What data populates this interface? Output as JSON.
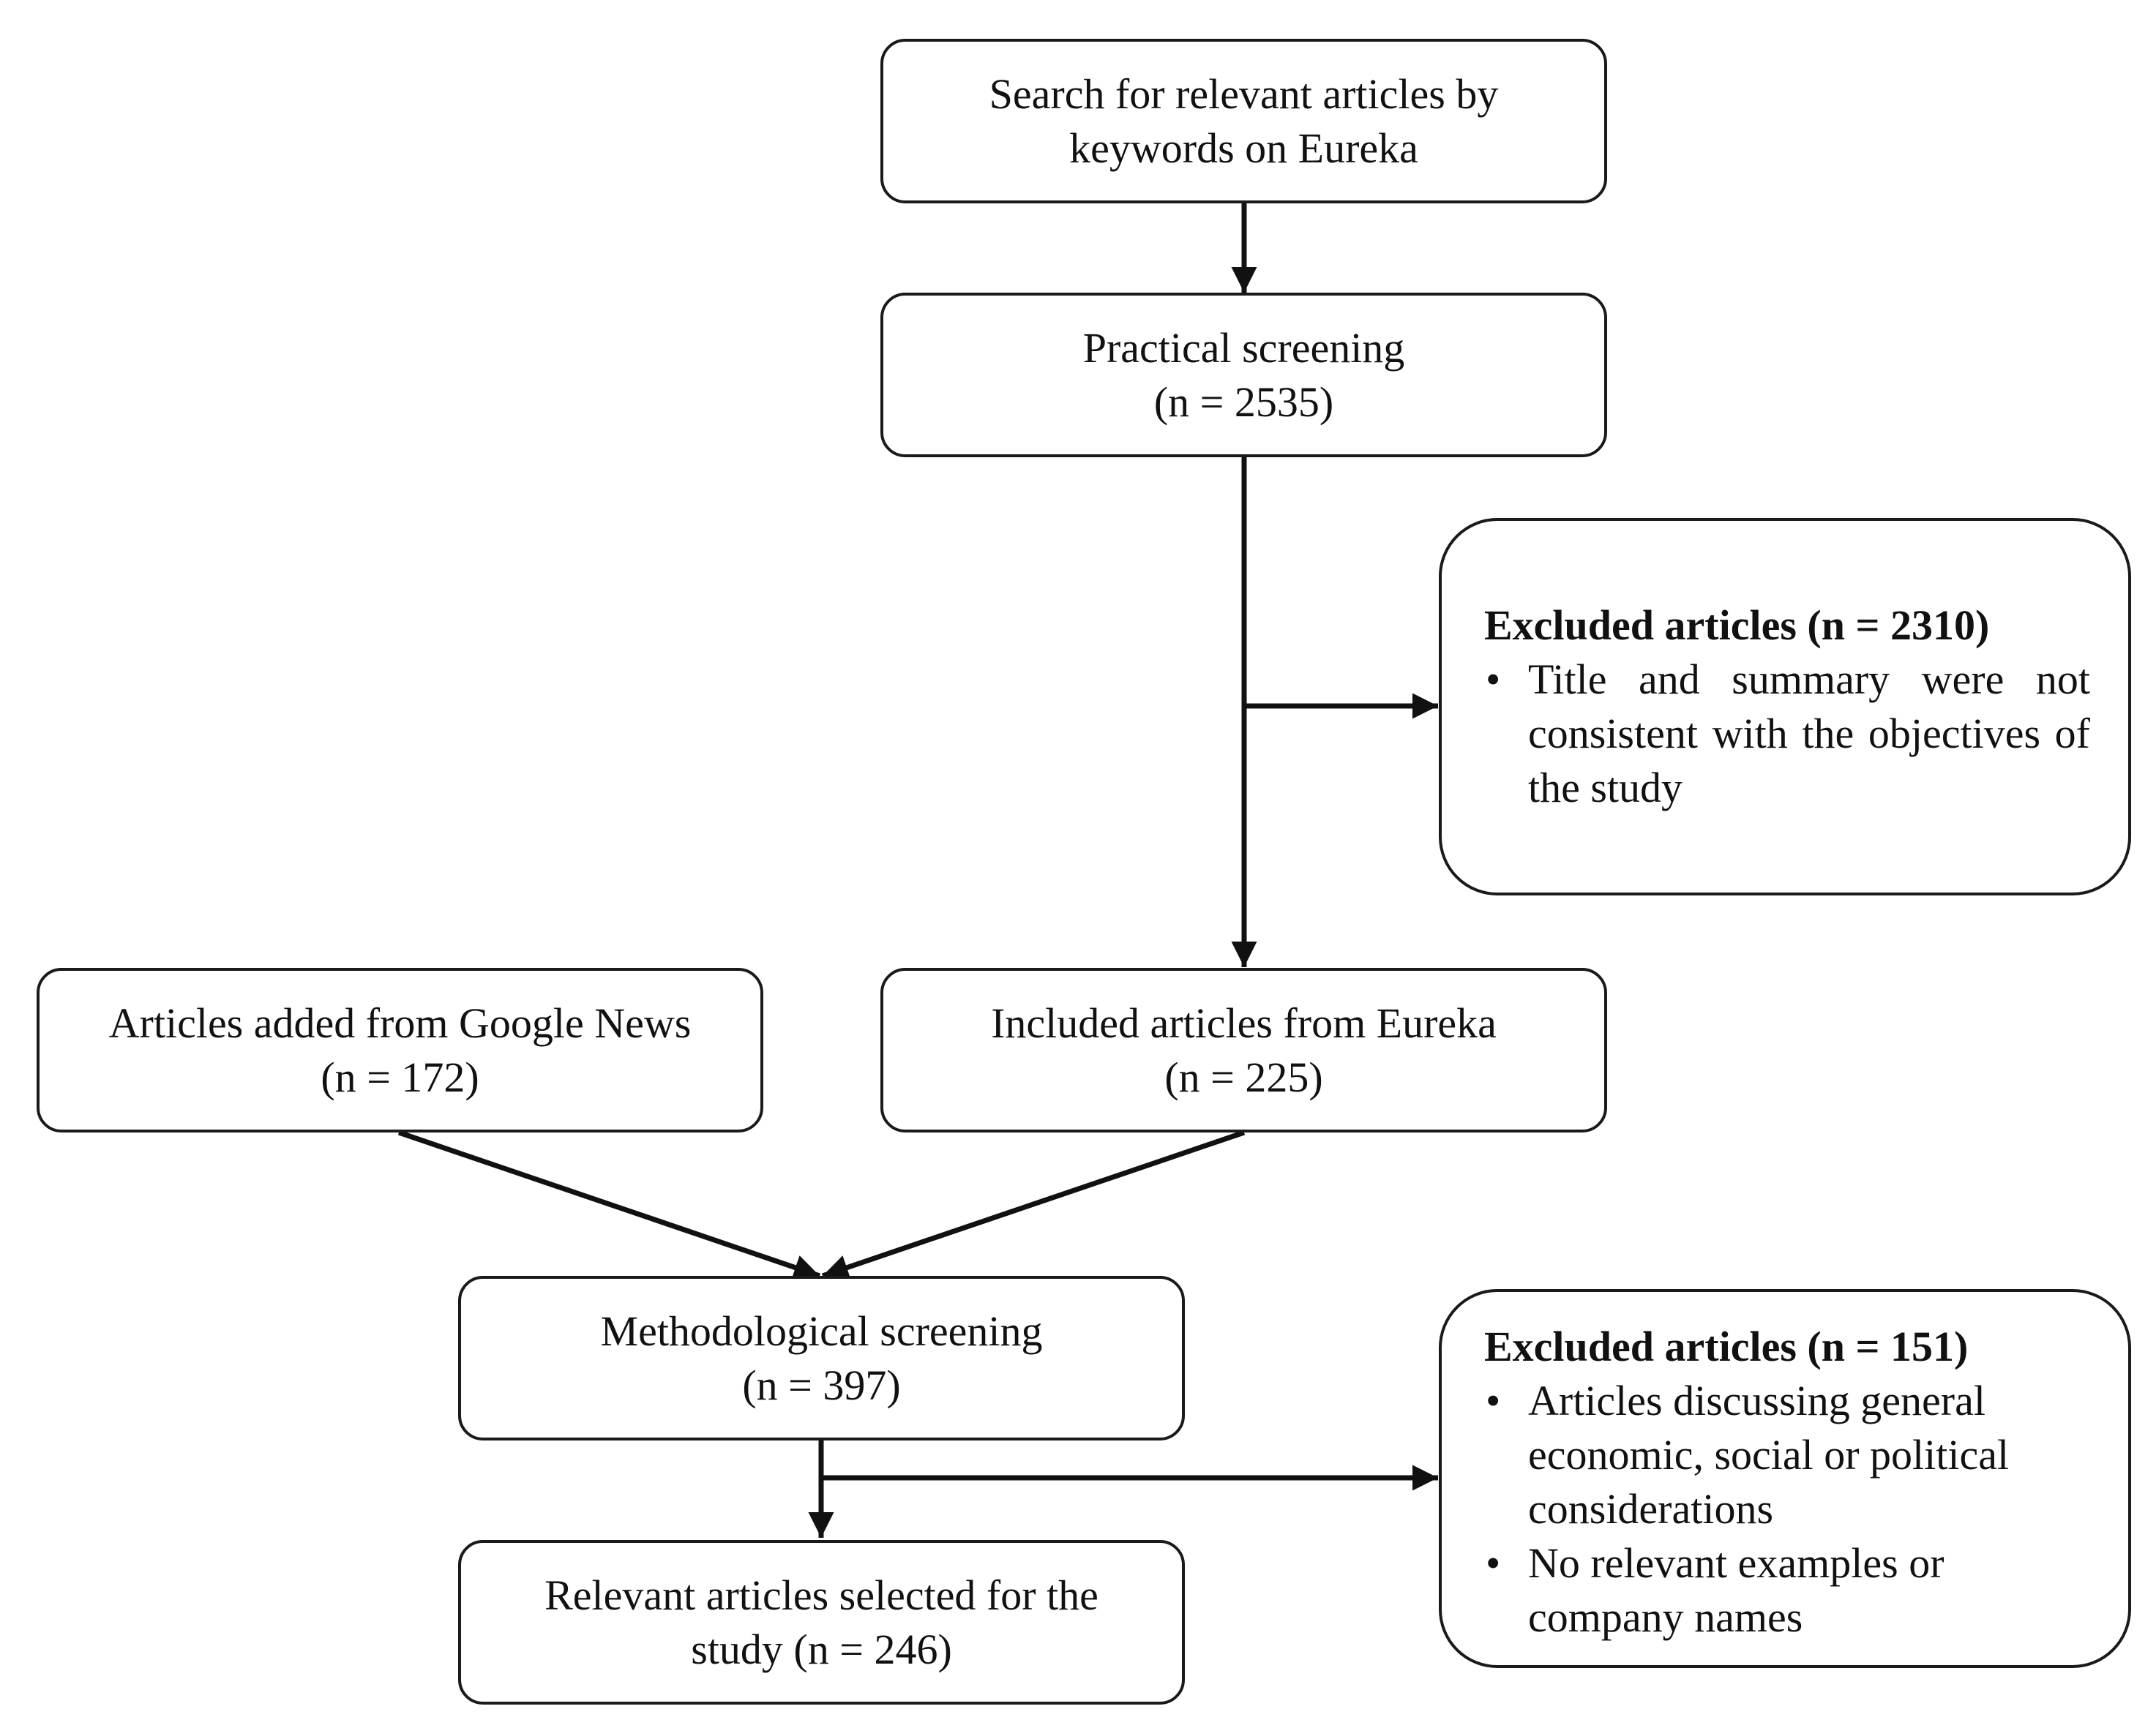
{
  "boxes": {
    "search": {
      "lines": [
        "Search for relevant articles by",
        "keywords on Eureka"
      ]
    },
    "practical": {
      "lines": [
        "Practical screening",
        "(n = 2535)"
      ]
    },
    "excluded1": {
      "heading": "Excluded articles (n = 2310)",
      "bullets": [
        "Title and summary were not consistent with the objectives of the study"
      ]
    },
    "google": {
      "lines": [
        "Articles added from Google News",
        "(n = 172)"
      ]
    },
    "included": {
      "lines": [
        "Included articles from Eureka",
        "(n = 225)"
      ]
    },
    "methodological": {
      "lines": [
        "Methodological screening",
        "(n = 397)"
      ]
    },
    "relevant": {
      "lines": [
        "Relevant articles selected for the",
        "study (n = 246)"
      ]
    },
    "excluded2": {
      "heading": "Excluded articles (n = 151)",
      "bullets": [
        "Articles discussing general economic, social or political considerations",
        "No relevant examples or company names"
      ]
    }
  }
}
